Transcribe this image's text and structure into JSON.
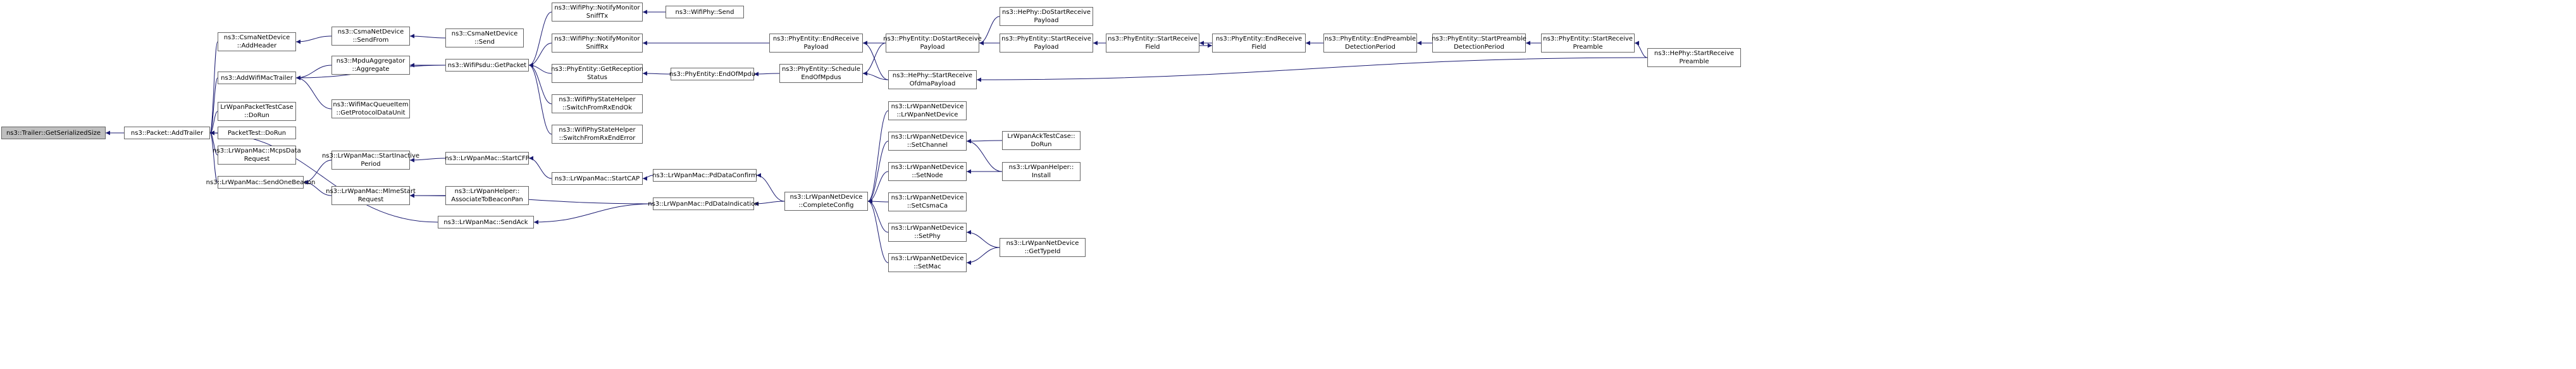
{
  "graph": {
    "root_color": "#bfbfbf",
    "node_color": "#ffffff",
    "border_color": "#666666",
    "edge_color": "#191970",
    "nodes": [
      {
        "id": "n0",
        "label": "ns3::Trailer::GetSerializedSize"
      },
      {
        "id": "n1",
        "label": "ns3::Packet::AddTrailer"
      },
      {
        "id": "n2",
        "label": "ns3::CsmaNetDevice\n::AddHeader"
      },
      {
        "id": "n3",
        "label": "ns3::AddWifiMacTrailer"
      },
      {
        "id": "n4",
        "label": "LrWpanPacketTestCase\n::DoRun"
      },
      {
        "id": "n5",
        "label": "PacketTest::DoRun"
      },
      {
        "id": "n6",
        "label": "ns3::LrWpanMac::McpsData\nRequest"
      },
      {
        "id": "n7",
        "label": "ns3::LrWpanMac::SendOneBeacon"
      },
      {
        "id": "n8",
        "label": "ns3::CsmaNetDevice\n::SendFrom"
      },
      {
        "id": "n9",
        "label": "ns3::MpduAggregator\n::Aggregate"
      },
      {
        "id": "n10",
        "label": "ns3::WifiMacQueueItem\n::GetProtocolDataUnit"
      },
      {
        "id": "n11",
        "label": "ns3::LrWpanMac::StartInactive\nPeriod"
      },
      {
        "id": "n12",
        "label": "ns3::LrWpanMac::MlmeStart\nRequest"
      },
      {
        "id": "n13",
        "label": "ns3::LrWpanMac::SendAck"
      },
      {
        "id": "n14",
        "label": "ns3::CsmaNetDevice\n::Send"
      },
      {
        "id": "n15",
        "label": "ns3::WifiPsdu::GetPacket"
      },
      {
        "id": "n16",
        "label": "ns3::LrWpanMac::StartCFP"
      },
      {
        "id": "n17",
        "label": "ns3::LrWpanHelper::\nAssociateToBeaconPan"
      },
      {
        "id": "n18",
        "label": "ns3::WifiPhy::NotifyMonitor\nSniffTx"
      },
      {
        "id": "n19",
        "label": "ns3::WifiPhy::NotifyMonitor\nSniffRx"
      },
      {
        "id": "n20",
        "label": "ns3::PhyEntity::GetReception\nStatus"
      },
      {
        "id": "n21",
        "label": "ns3::WifiPhyStateHelper\n::SwitchFromRxEndOk"
      },
      {
        "id": "n22",
        "label": "ns3::WifiPhyStateHelper\n::SwitchFromRxEndError"
      },
      {
        "id": "n23",
        "label": "ns3::LrWpanMac::StartCAP"
      },
      {
        "id": "n24",
        "label": "ns3::LrWpanMac::PdDataConfirm"
      },
      {
        "id": "n25",
        "label": "ns3::LrWpanMac::PdDataIndication"
      },
      {
        "id": "n26",
        "label": "ns3::WifiPhy::Send"
      },
      {
        "id": "n27",
        "label": "ns3::PhyEntity::EndOfMpdu"
      },
      {
        "id": "n28",
        "label": "ns3::PhyEntity::EndReceive\nPayload"
      },
      {
        "id": "n29",
        "label": "ns3::PhyEntity::Schedule\nEndOfMpdus"
      },
      {
        "id": "n30",
        "label": "ns3::LrWpanNetDevice\n::CompleteConfig"
      },
      {
        "id": "n31",
        "label": "ns3::PhyEntity::DoStartReceive\nPayload"
      },
      {
        "id": "n32",
        "label": "ns3::HePhy::StartReceive\nOfdmaPayload"
      },
      {
        "id": "n33",
        "label": "ns3::LrWpanNetDevice\n::LrWpanNetDevice"
      },
      {
        "id": "n34",
        "label": "ns3::LrWpanNetDevice\n::SetChannel"
      },
      {
        "id": "n35",
        "label": "ns3::LrWpanNetDevice\n::SetNode"
      },
      {
        "id": "n36",
        "label": "ns3::LrWpanNetDevice\n::SetCsmaCa"
      },
      {
        "id": "n37",
        "label": "ns3::LrWpanNetDevice\n::SetPhy"
      },
      {
        "id": "n38",
        "label": "ns3::LrWpanNetDevice\n::SetMac"
      },
      {
        "id": "n39",
        "label": "ns3::HePhy::DoStartReceive\nPayload"
      },
      {
        "id": "n40",
        "label": "ns3::PhyEntity::StartReceive\nPayload"
      },
      {
        "id": "n41",
        "label": "LrWpanAckTestCase::\nDoRun"
      },
      {
        "id": "n42",
        "label": "ns3::LrWpanHelper::\nInstall"
      },
      {
        "id": "n43",
        "label": "ns3::LrWpanNetDevice\n::GetTypeId"
      },
      {
        "id": "n44",
        "label": "ns3::PhyEntity::StartReceive\nField"
      },
      {
        "id": "n45",
        "label": "ns3::PhyEntity::EndReceive\nField"
      },
      {
        "id": "n46",
        "label": "ns3::PhyEntity::EndPreamble\nDetectionPeriod"
      },
      {
        "id": "n47",
        "label": "ns3::PhyEntity::StartPreamble\nDetectionPeriod"
      },
      {
        "id": "n48",
        "label": "ns3::PhyEntity::StartReceive\nPreamble"
      },
      {
        "id": "n49",
        "label": "ns3::HePhy::StartReceive\nPreamble"
      }
    ],
    "edges": [
      [
        "n1",
        "n0"
      ],
      [
        "n2",
        "n1"
      ],
      [
        "n3",
        "n1"
      ],
      [
        "n4",
        "n1"
      ],
      [
        "n5",
        "n1"
      ],
      [
        "n6",
        "n1"
      ],
      [
        "n7",
        "n1"
      ],
      [
        "n13",
        "n1"
      ],
      [
        "n8",
        "n2"
      ],
      [
        "n14",
        "n8"
      ],
      [
        "n9",
        "n3"
      ],
      [
        "n10",
        "n3"
      ],
      [
        "n15",
        "n3"
      ],
      [
        "n15",
        "n9"
      ],
      [
        "n11",
        "n7"
      ],
      [
        "n12",
        "n7"
      ],
      [
        "n16",
        "n11"
      ],
      [
        "n23",
        "n16"
      ],
      [
        "n17",
        "n12"
      ],
      [
        "n18",
        "n15"
      ],
      [
        "n19",
        "n15"
      ],
      [
        "n20",
        "n15"
      ],
      [
        "n21",
        "n15"
      ],
      [
        "n22",
        "n15"
      ],
      [
        "n26",
        "n18"
      ],
      [
        "n28",
        "n19"
      ],
      [
        "n27",
        "n20"
      ],
      [
        "n29",
        "n27"
      ],
      [
        "n31",
        "n29"
      ],
      [
        "n32",
        "n29"
      ],
      [
        "n31",
        "n28"
      ],
      [
        "n32",
        "n28"
      ],
      [
        "n39",
        "n31"
      ],
      [
        "n40",
        "n31"
      ],
      [
        "n44",
        "n40"
      ],
      [
        "n45",
        "n44"
      ],
      [
        "n44",
        "n45"
      ],
      [
        "n46",
        "n45"
      ],
      [
        "n47",
        "n46"
      ],
      [
        "n48",
        "n47"
      ],
      [
        "n49",
        "n48"
      ],
      [
        "n49",
        "n32"
      ],
      [
        "n24",
        "n23"
      ],
      [
        "n30",
        "n24"
      ],
      [
        "n25",
        "n12"
      ],
      [
        "n25",
        "n13"
      ],
      [
        "n30",
        "n25"
      ],
      [
        "n33",
        "n30"
      ],
      [
        "n34",
        "n30"
      ],
      [
        "n35",
        "n30"
      ],
      [
        "n36",
        "n30"
      ],
      [
        "n37",
        "n30"
      ],
      [
        "n38",
        "n30"
      ],
      [
        "n41",
        "n34"
      ],
      [
        "n42",
        "n34"
      ],
      [
        "n42",
        "n35"
      ],
      [
        "n43",
        "n37"
      ],
      [
        "n43",
        "n38"
      ]
    ]
  }
}
